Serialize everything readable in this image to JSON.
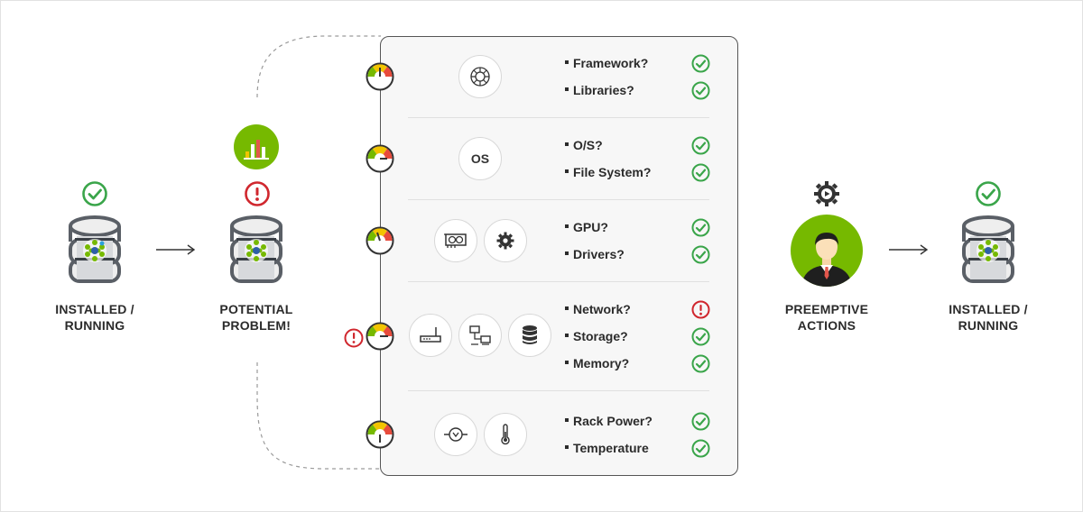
{
  "stages": {
    "installed_1": {
      "line1": "INSTALLED /",
      "line2": "RUNNING"
    },
    "potential": {
      "line1": "POTENTIAL",
      "line2": "PROBLEM!"
    },
    "preemptive": {
      "line1": "PREEMPTIVE",
      "line2": "ACTIONS"
    },
    "installed_2": {
      "line1": "INSTALLED /",
      "line2": "RUNNING"
    }
  },
  "checks": {
    "framework": "Framework?",
    "libraries": "Libraries?",
    "os": "O/S?",
    "file_system": "File System?",
    "gpu": "GPU?",
    "drivers": "Drivers?",
    "network": "Network?",
    "storage": "Storage?",
    "memory": "Memory?",
    "rack_power": "Rack Power?",
    "temperature": "Temperature"
  },
  "status": {
    "framework": "ok",
    "libraries": "ok",
    "os": "ok",
    "file_system": "ok",
    "gpu": "ok",
    "drivers": "ok",
    "network": "warning",
    "storage": "ok",
    "memory": "ok",
    "rack_power": "ok",
    "temperature": "ok"
  },
  "os_badge": "OS",
  "colors": {
    "ok_green": "#3aa54a",
    "warn_red": "#d0272e",
    "accent_green": "#76b900",
    "server_gray": "#5a5f66"
  }
}
